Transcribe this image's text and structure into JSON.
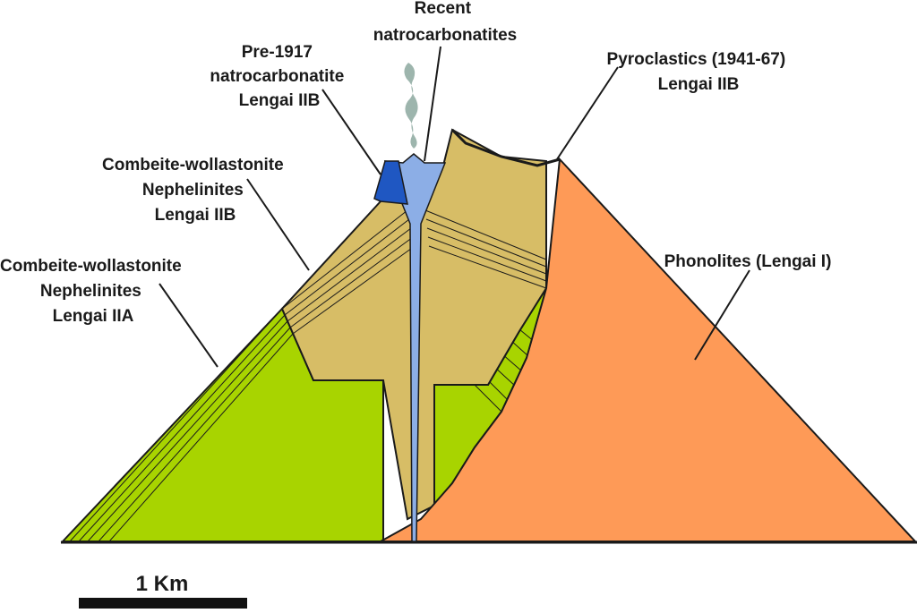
{
  "labels": {
    "recent": [
      "Recent",
      "natrocarbonatites"
    ],
    "pre1917": [
      "Pre-1917",
      "natrocarbonatite",
      "Lengai IIB"
    ],
    "pyroclastics": [
      "Pyroclastics (1941-67)",
      "Lengai IIB"
    ],
    "cw_iib": [
      "Combeite-wollastonite",
      "Nephelinites",
      "Lengai IIB"
    ],
    "cw_iia": [
      "Combeite-wollastonite",
      "Nephelinites",
      "Lengai IIA"
    ],
    "phonolites": [
      "Phonolites (Lengai I)"
    ]
  },
  "scale_bar": {
    "label": "1 Km"
  },
  "colors": {
    "phonolite": "#fe9a57",
    "nephelinite_iib": "#d7bd66",
    "nephelinite_iia": "#a8d400",
    "natrocarbonatite_recent": "#8caee6",
    "natrocarbonatite_pre1917": "#1f57c2",
    "plume": "#9db5ad"
  }
}
